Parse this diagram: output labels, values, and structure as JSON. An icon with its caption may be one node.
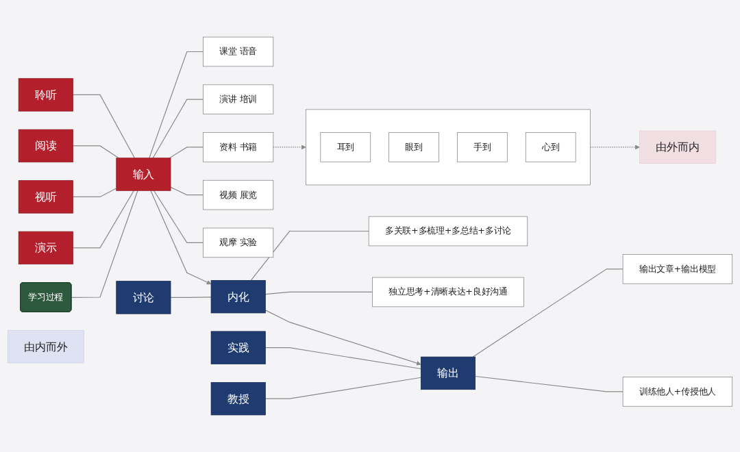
{
  "diagram": {
    "nodes": [
      {
        "text": [
          "学习过程"
        ]
      },
      {
        "text": [
          "聆听"
        ]
      },
      {
        "text": [
          "阅读"
        ]
      },
      {
        "text": [
          "视听"
        ]
      },
      {
        "text": [
          "演示"
        ]
      },
      {
        "text": [
          "输入"
        ]
      },
      {
        "text": [
          "课堂 语音"
        ]
      },
      {
        "text": [
          "演讲 培训"
        ]
      },
      {
        "text": [
          "资料 书籍"
        ]
      },
      {
        "text": [
          "视频 展览"
        ]
      },
      {
        "text": [
          "观摩 实验"
        ]
      },
      {
        "text": [],
        "shape": "box"
      },
      {
        "text": [
          "耳到"
        ],
        "in": 11
      },
      {
        "text": [
          "眼到"
        ],
        "in": 11
      },
      {
        "text": [
          "手到"
        ],
        "in": 11
      },
      {
        "text": [
          "心到"
        ],
        "in": 11
      },
      {
        "text": [
          "由外而内"
        ]
      },
      {
        "text": [
          "讨论"
        ]
      },
      {
        "text": [
          "内化"
        ]
      },
      {
        "text": [
          "多关联+多梳理+多总结+多讨论"
        ]
      },
      {
        "text": [
          "独立思考+清晰表达+良好沟通"
        ]
      },
      {
        "text": [
          "由内而外"
        ]
      },
      {
        "text": [
          "实践"
        ]
      },
      {
        "text": [
          "教授"
        ]
      },
      {
        "text": [
          "输出"
        ]
      },
      {
        "text": [
          "输出文章+输出模型"
        ]
      },
      {
        "text": [
          "训练他人+传授他人"
        ]
      }
    ],
    "edges": [
      {
        "from": 1,
        "to": 5,
        "arrow": "none"
      },
      {
        "from": 2,
        "to": 5,
        "arrow": "none"
      },
      {
        "from": 3,
        "to": 5,
        "arrow": "none"
      },
      {
        "from": 4,
        "to": 5,
        "arrow": "none"
      },
      {
        "from": 0,
        "to": 5,
        "arrow": "none"
      },
      {
        "from": 5,
        "to": 6,
        "arrow": "none"
      },
      {
        "from": 5,
        "to": 7,
        "arrow": "none"
      },
      {
        "from": 5,
        "to": 8,
        "arrow": "none"
      },
      {
        "from": 5,
        "to": 9,
        "arrow": "none"
      },
      {
        "from": 5,
        "to": 10,
        "arrow": "none"
      },
      {
        "from": 8,
        "to": 11,
        "arrow": "to",
        "style": "dashed"
      },
      {
        "from": 11,
        "to": 16,
        "arrow": "to",
        "style": "dashed"
      },
      {
        "from": 5,
        "to": 18,
        "arrow": "to"
      },
      {
        "from": 17,
        "to": 18,
        "arrow": "none"
      },
      {
        "from": 18,
        "to": 19,
        "arrow": "none"
      },
      {
        "from": 18,
        "to": 20,
        "arrow": "none"
      },
      {
        "from": 18,
        "to": 24,
        "arrow": "to"
      },
      {
        "from": 22,
        "to": 24,
        "arrow": "none"
      },
      {
        "from": 23,
        "to": 24,
        "arrow": "none"
      },
      {
        "from": 24,
        "to": 25,
        "arrow": "none"
      },
      {
        "from": 24,
        "to": 26,
        "arrow": "none"
      }
    ]
  }
}
